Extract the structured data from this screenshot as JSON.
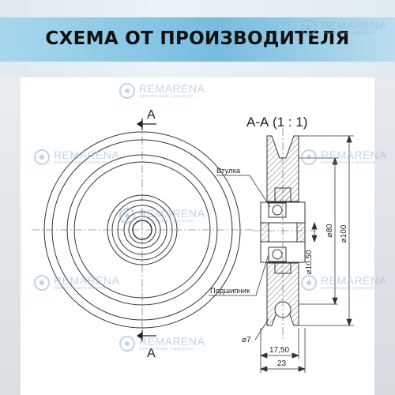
{
  "banner": {
    "title": "СХЕМА ОТ ПРОИЗВОДИТЕЛЯ"
  },
  "drawing": {
    "section_marker": "А",
    "section_title": "А-А (1 : 1)",
    "labels": {
      "bushing": "Втулка",
      "bearing": "Подшипник"
    },
    "dimensions": {
      "outer_diameter": "⌀100",
      "rim_diameter": "⌀80",
      "bore_diameter": "⌀10,50",
      "groove_diameter": "⌀7",
      "hub_width": "17,50",
      "total_width": "23"
    }
  },
  "watermark": {
    "brand": "REMARENA",
    "tagline": "комплектующие и фурнитура"
  },
  "colors": {
    "banner_band": "#5fb2dc",
    "line": "#333333",
    "watermark": "#8fb4cf"
  }
}
